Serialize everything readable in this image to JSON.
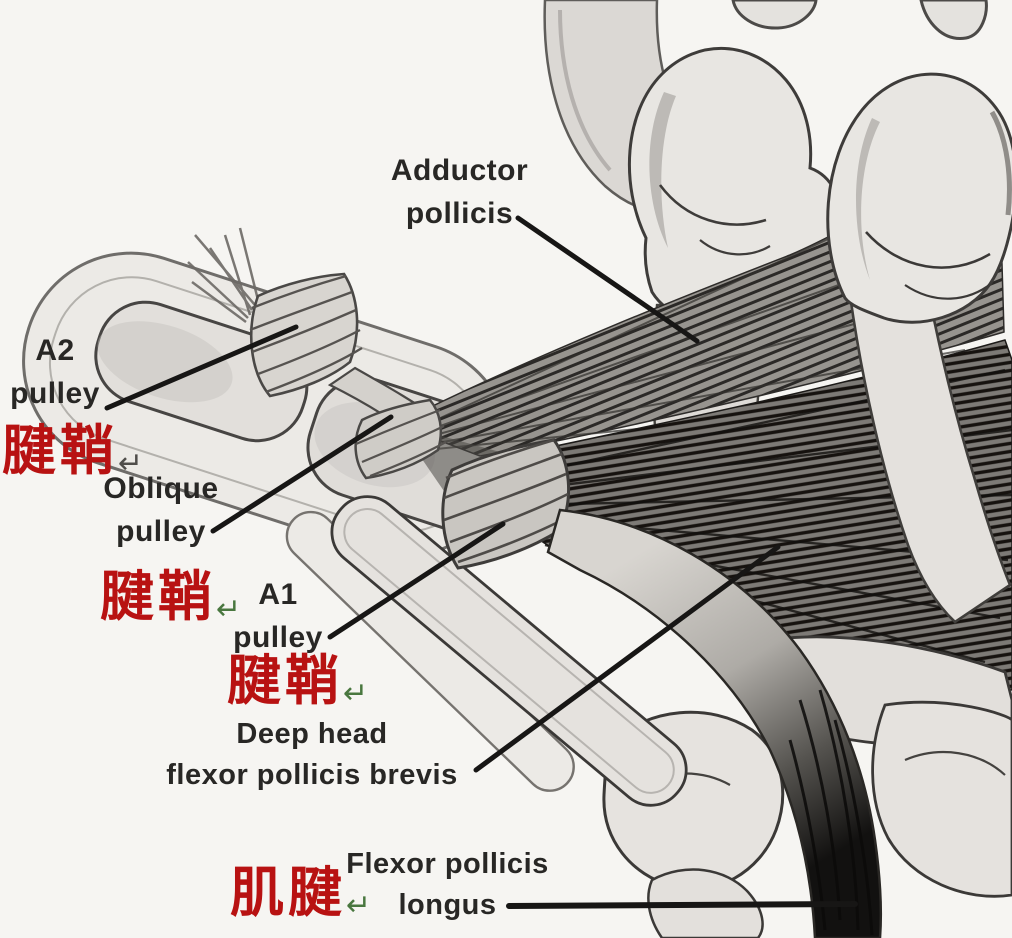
{
  "figure": {
    "kind": "hand-thumb-pulley-anatomy-diagram",
    "colors": {
      "background": "#f6f5f2",
      "ink": "#1a1918",
      "label_text": "#282725",
      "label_red": "#b81212",
      "return_arrow_green": "#49773f",
      "return_arrow_gray": "#4f4d4a"
    }
  },
  "labels": {
    "adductor_pollicis": {
      "en_line1": "Adductor",
      "en_line2": "pollicis"
    },
    "a2_pulley": {
      "en_line1": "A2",
      "en_line2": "pulley",
      "zh": "腱鞘",
      "return_mark": "↵"
    },
    "oblique_pulley": {
      "en_line1": "Oblique",
      "en_line2": "pulley",
      "zh": "腱鞘",
      "return_mark": "↵"
    },
    "a1_pulley": {
      "en_line1": "A1",
      "en_line2": "pulley",
      "zh": "腱鞘",
      "return_mark": "↵"
    },
    "deep_head_fpb": {
      "en_line1": "Deep head",
      "en_line2": "flexor pollicis brevis"
    },
    "flexor_pollicis_longus": {
      "en_line1": "Flexor pollicis",
      "en_line2": "longus",
      "zh": "肌腱",
      "return_mark": "↵"
    }
  }
}
